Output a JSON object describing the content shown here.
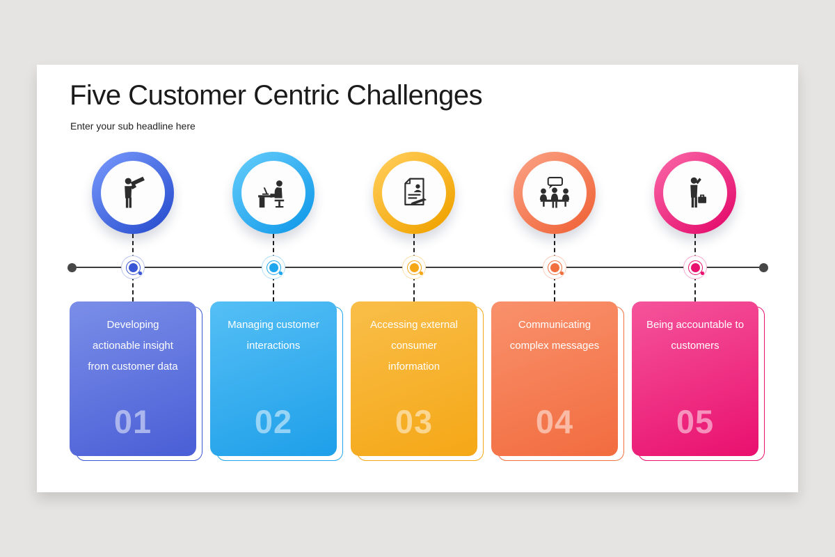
{
  "slide": {
    "title": "Five Customer Centric Challenges",
    "subtitle": "Enter your sub headline here"
  },
  "items": [
    {
      "number": "01",
      "label": "Developing actionable insight from customer data",
      "icon": "person-telescope-icon",
      "accent": "#3a57d5",
      "ring_gradient": [
        "#6c8ef5",
        "#2b50d0"
      ],
      "card_gradient": [
        "#7a8ee8",
        "#4a5ed6"
      ]
    },
    {
      "number": "02",
      "label": "Managing customer interactions",
      "icon": "person-at-desk-icon",
      "accent": "#1fa6ef",
      "ring_gradient": [
        "#59c5f8",
        "#149bea"
      ],
      "card_gradient": [
        "#55bff5",
        "#1e9fe9"
      ]
    },
    {
      "number": "03",
      "label": "Accessing external consumer information",
      "icon": "document-pen-icon",
      "accent": "#f5a716",
      "ring_gradient": [
        "#ffc84f",
        "#f0a300"
      ],
      "card_gradient": [
        "#f9be49",
        "#f5a716"
      ]
    },
    {
      "number": "04",
      "label": "Communicating complex messages",
      "icon": "meeting-discussion-icon",
      "accent": "#f2703f",
      "ring_gradient": [
        "#f99979",
        "#f0653a"
      ],
      "card_gradient": [
        "#f9916c",
        "#f26c3f"
      ]
    },
    {
      "number": "05",
      "label": "Being accountable to customers",
      "icon": "businessman-briefcase-icon",
      "accent": "#e9116f",
      "ring_gradient": [
        "#f75a9f",
        "#e40e6d"
      ],
      "card_gradient": [
        "#f5549b",
        "#e9106e"
      ]
    }
  ],
  "timeline": {
    "line_color": "#3c3c3c",
    "endpoint_color": "#474747"
  }
}
